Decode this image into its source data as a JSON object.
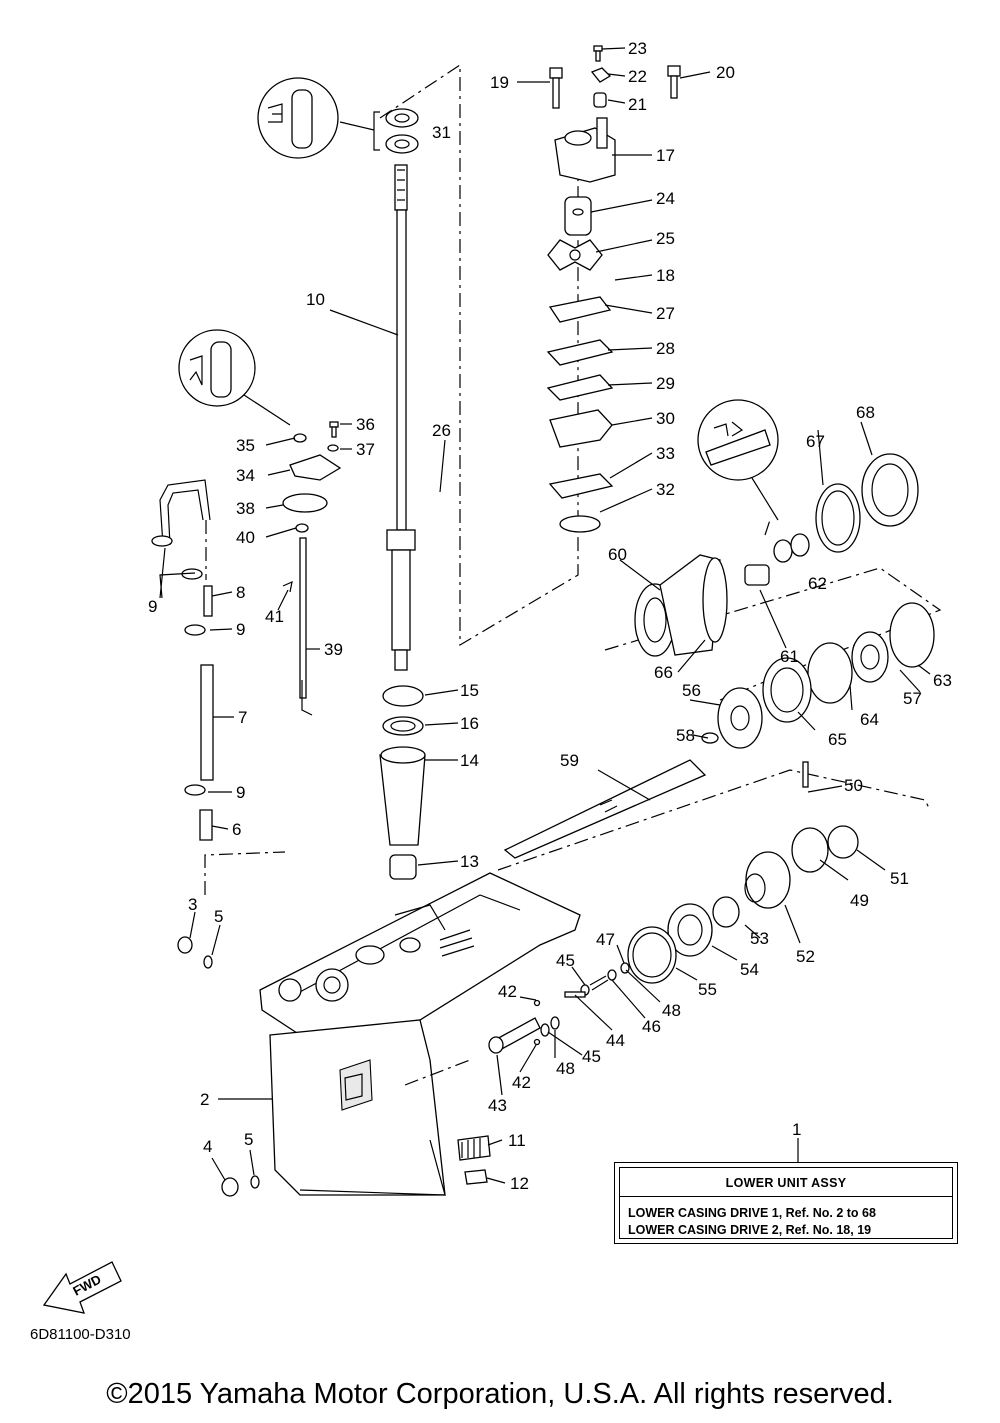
{
  "diagram": {
    "callouts": [
      "1",
      "2",
      "3",
      "4",
      "5",
      "5",
      "6",
      "7",
      "8",
      "9",
      "9",
      "9",
      "10",
      "11",
      "12",
      "13",
      "14",
      "15",
      "16",
      "17",
      "18",
      "19",
      "20",
      "21",
      "22",
      "23",
      "24",
      "25",
      "26",
      "27",
      "28",
      "29",
      "30",
      "31",
      "32",
      "33",
      "34",
      "35",
      "36",
      "37",
      "38",
      "39",
      "40",
      "41",
      "42",
      "42",
      "43",
      "44",
      "45",
      "45",
      "46",
      "47",
      "48",
      "48",
      "49",
      "50",
      "51",
      "52",
      "53",
      "54",
      "55",
      "56",
      "57",
      "58",
      "59",
      "60",
      "61",
      "62",
      "63",
      "64",
      "65",
      "66",
      "67",
      "68"
    ]
  },
  "info_box": {
    "title": "LOWER UNIT ASSY",
    "line1": "LOWER CASING DRIVE 1,  Ref. No. 2 to 68",
    "line2": "LOWER CASING DRIVE 2,  Ref. No. 18, 19"
  },
  "fwd_label": "FWD",
  "diagram_code": "6D81100-D310",
  "copyright": "©2015 Yamaha Motor Corporation, U.S.A. All rights reserved."
}
